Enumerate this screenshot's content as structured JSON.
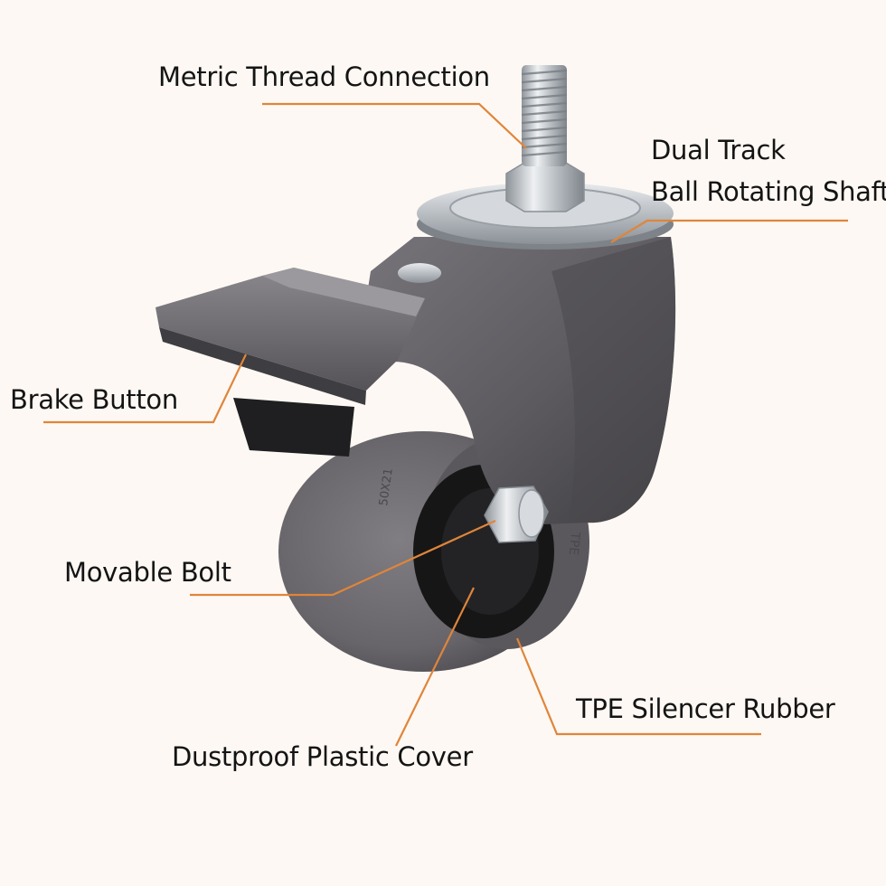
{
  "labels": {
    "metric_thread": "Metric Thread Connection",
    "dual_track_line1": "Dual Track",
    "dual_track_line2": "Ball Rotating Shaft",
    "brake_button": "Brake Button",
    "movable_bolt": "Movable Bolt",
    "tpe_rubber": "TPE Silencer Rubber",
    "dustproof_cover": "Dustproof Plastic Cover"
  },
  "embossed": {
    "wheel_size": "50X21",
    "material": "TPE"
  },
  "colors": {
    "background": "#fdf8f3",
    "leader_line": "#e0853a",
    "text": "#141414",
    "caster_body": "#5d5b60",
    "wheel_tread": "#6b686d",
    "hub": "#161616",
    "metal": "#c4c8cc"
  }
}
